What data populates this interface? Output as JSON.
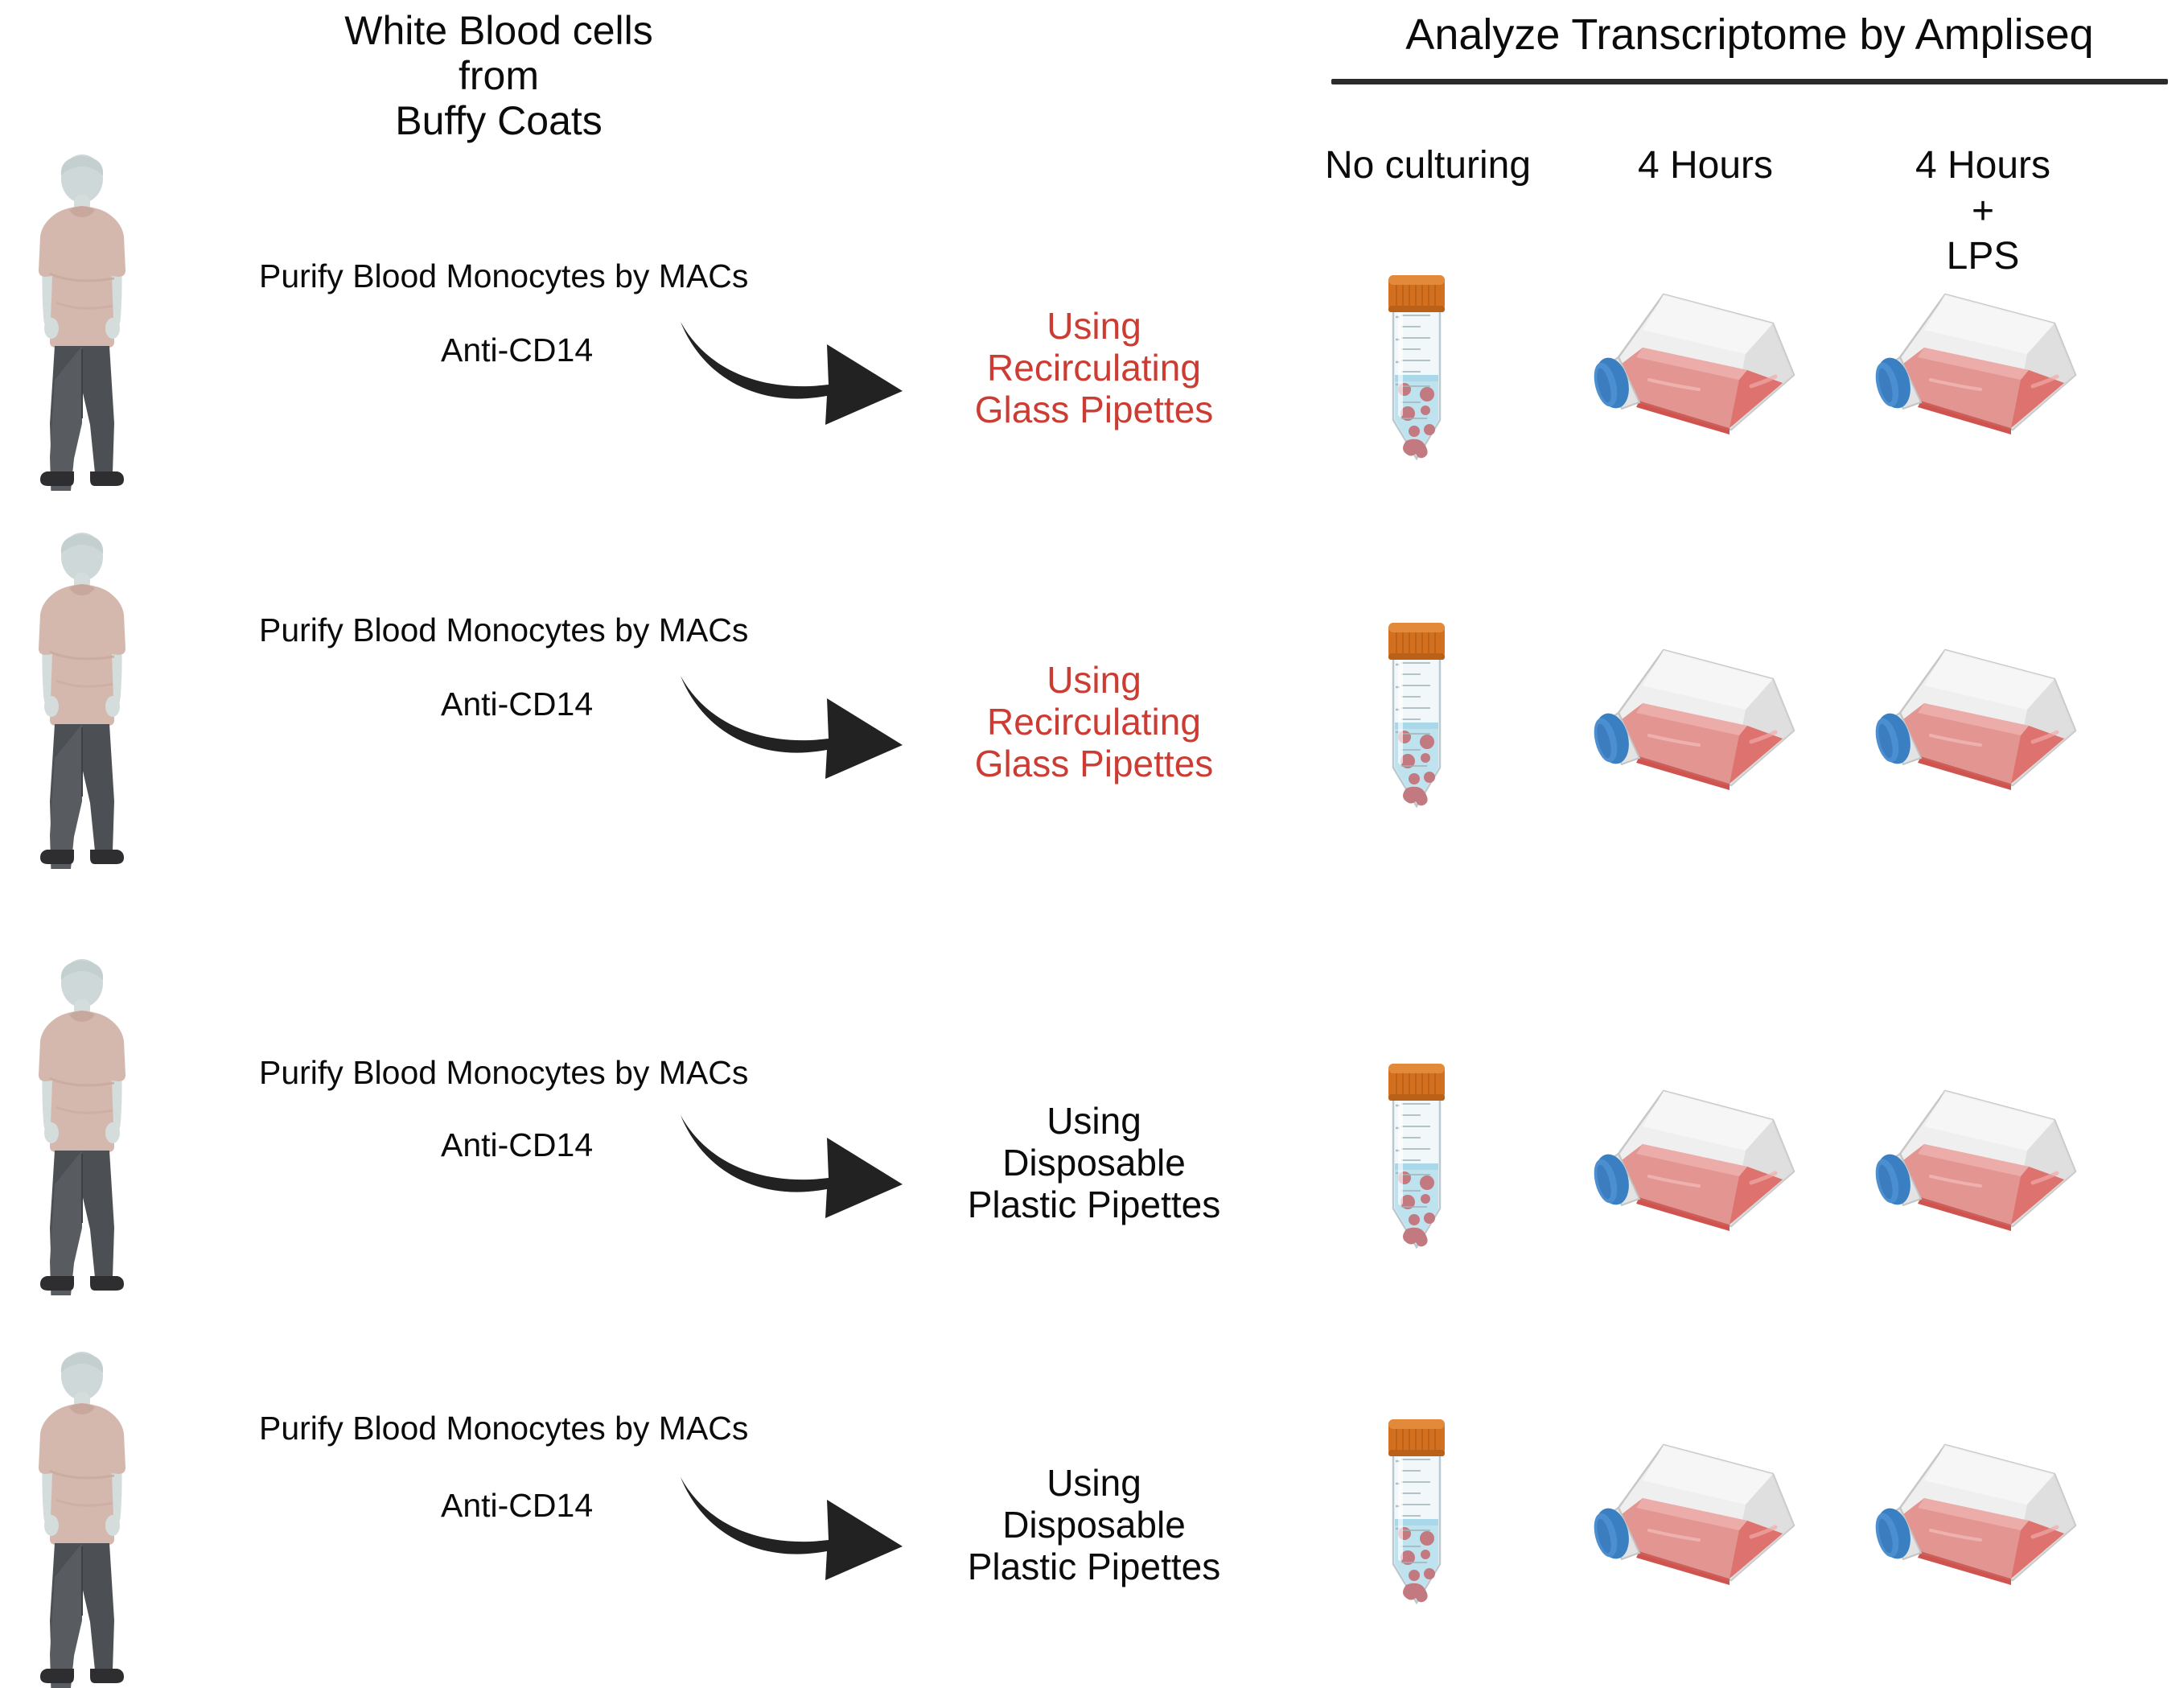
{
  "header": {
    "buffy_title": "White Blood cells\nfrom\nBuffy Coats",
    "buffy_line1": "White Blood cells",
    "buffy_line2": "from",
    "buffy_line3": "Buffy Coats",
    "analyze_title": "Analyze Transcriptome by Ampliseq",
    "columns": [
      {
        "label": "No culturing",
        "lines": [
          "No culturing"
        ]
      },
      {
        "label": "4 Hours",
        "lines": [
          "4 Hours"
        ]
      },
      {
        "label": "4 Hours + LPS",
        "lines": [
          "4 Hours",
          "+",
          "LPS"
        ]
      }
    ],
    "column_line_0": "No culturing",
    "column_line_1": "4 Hours",
    "column_line_2a": "4 Hours",
    "column_line_2b": "+",
    "column_line_2c": "LPS"
  },
  "colors": {
    "red_text": "#cc3c33",
    "black_text": "#0b0b0b",
    "rule": "#2b2b2b",
    "arrow": "#222222",
    "shirt": "#d4b8ae",
    "skin": "#d5dcdc",
    "pants": "#4c4f53",
    "shoes": "#2e2e30",
    "tube_cap": "#d2701f",
    "tube_liquid": "#bfe2ef",
    "tube_cells": "#c27a80",
    "flask_cap": "#3a7fc1",
    "flask_media": "#e08a85",
    "flask_media_dark": "#d9625e",
    "flask_glass": "#e8e8e8"
  },
  "rows": [
    {
      "purify_label": "Purify Blood Monocytes by MACs",
      "antibody_label": "Anti-CD14",
      "pipette_lines": [
        "Using",
        "Recirculating",
        "Glass Pipettes"
      ],
      "pipette_style": "red",
      "icons": {
        "tube": "conical-tube-icon",
        "flask": "culture-flask-icon"
      }
    },
    {
      "purify_label": "Purify Blood Monocytes by MACs",
      "antibody_label": "Anti-CD14",
      "pipette_lines": [
        "Using",
        "Recirculating",
        "Glass Pipettes"
      ],
      "pipette_style": "red",
      "icons": {
        "tube": "conical-tube-icon",
        "flask": "culture-flask-icon"
      }
    },
    {
      "purify_label": "Purify Blood Monocytes by MACs",
      "antibody_label": "Anti-CD14",
      "pipette_lines": [
        "Using",
        "Disposable",
        "Plastic Pipettes"
      ],
      "pipette_style": "black",
      "icons": {
        "tube": "conical-tube-icon",
        "flask": "culture-flask-icon"
      }
    },
    {
      "purify_label": "Purify Blood Monocytes by MACs",
      "antibody_label": "Anti-CD14",
      "pipette_lines": [
        "Using",
        "Disposable",
        "Plastic Pipettes"
      ],
      "pipette_style": "black",
      "icons": {
        "tube": "conical-tube-icon",
        "flask": "culture-flask-icon"
      }
    }
  ],
  "row_text": {
    "r0": {
      "purify": "Purify Blood Monocytes by MACs",
      "anti": "Anti-CD14",
      "p1": "Using",
      "p2": "Recirculating",
      "p3": "Glass Pipettes"
    },
    "r1": {
      "purify": "Purify Blood Monocytes by MACs",
      "anti": "Anti-CD14",
      "p1": "Using",
      "p2": "Recirculating",
      "p3": "Glass Pipettes"
    },
    "r2": {
      "purify": "Purify Blood Monocytes by MACs",
      "anti": "Anti-CD14",
      "p1": "Using",
      "p2": "Disposable",
      "p3": "Plastic Pipettes"
    },
    "r3": {
      "purify": "Purify Blood Monocytes by MACs",
      "anti": "Anti-CD14",
      "p1": "Using",
      "p2": "Disposable",
      "p3": "Plastic Pipettes"
    }
  }
}
